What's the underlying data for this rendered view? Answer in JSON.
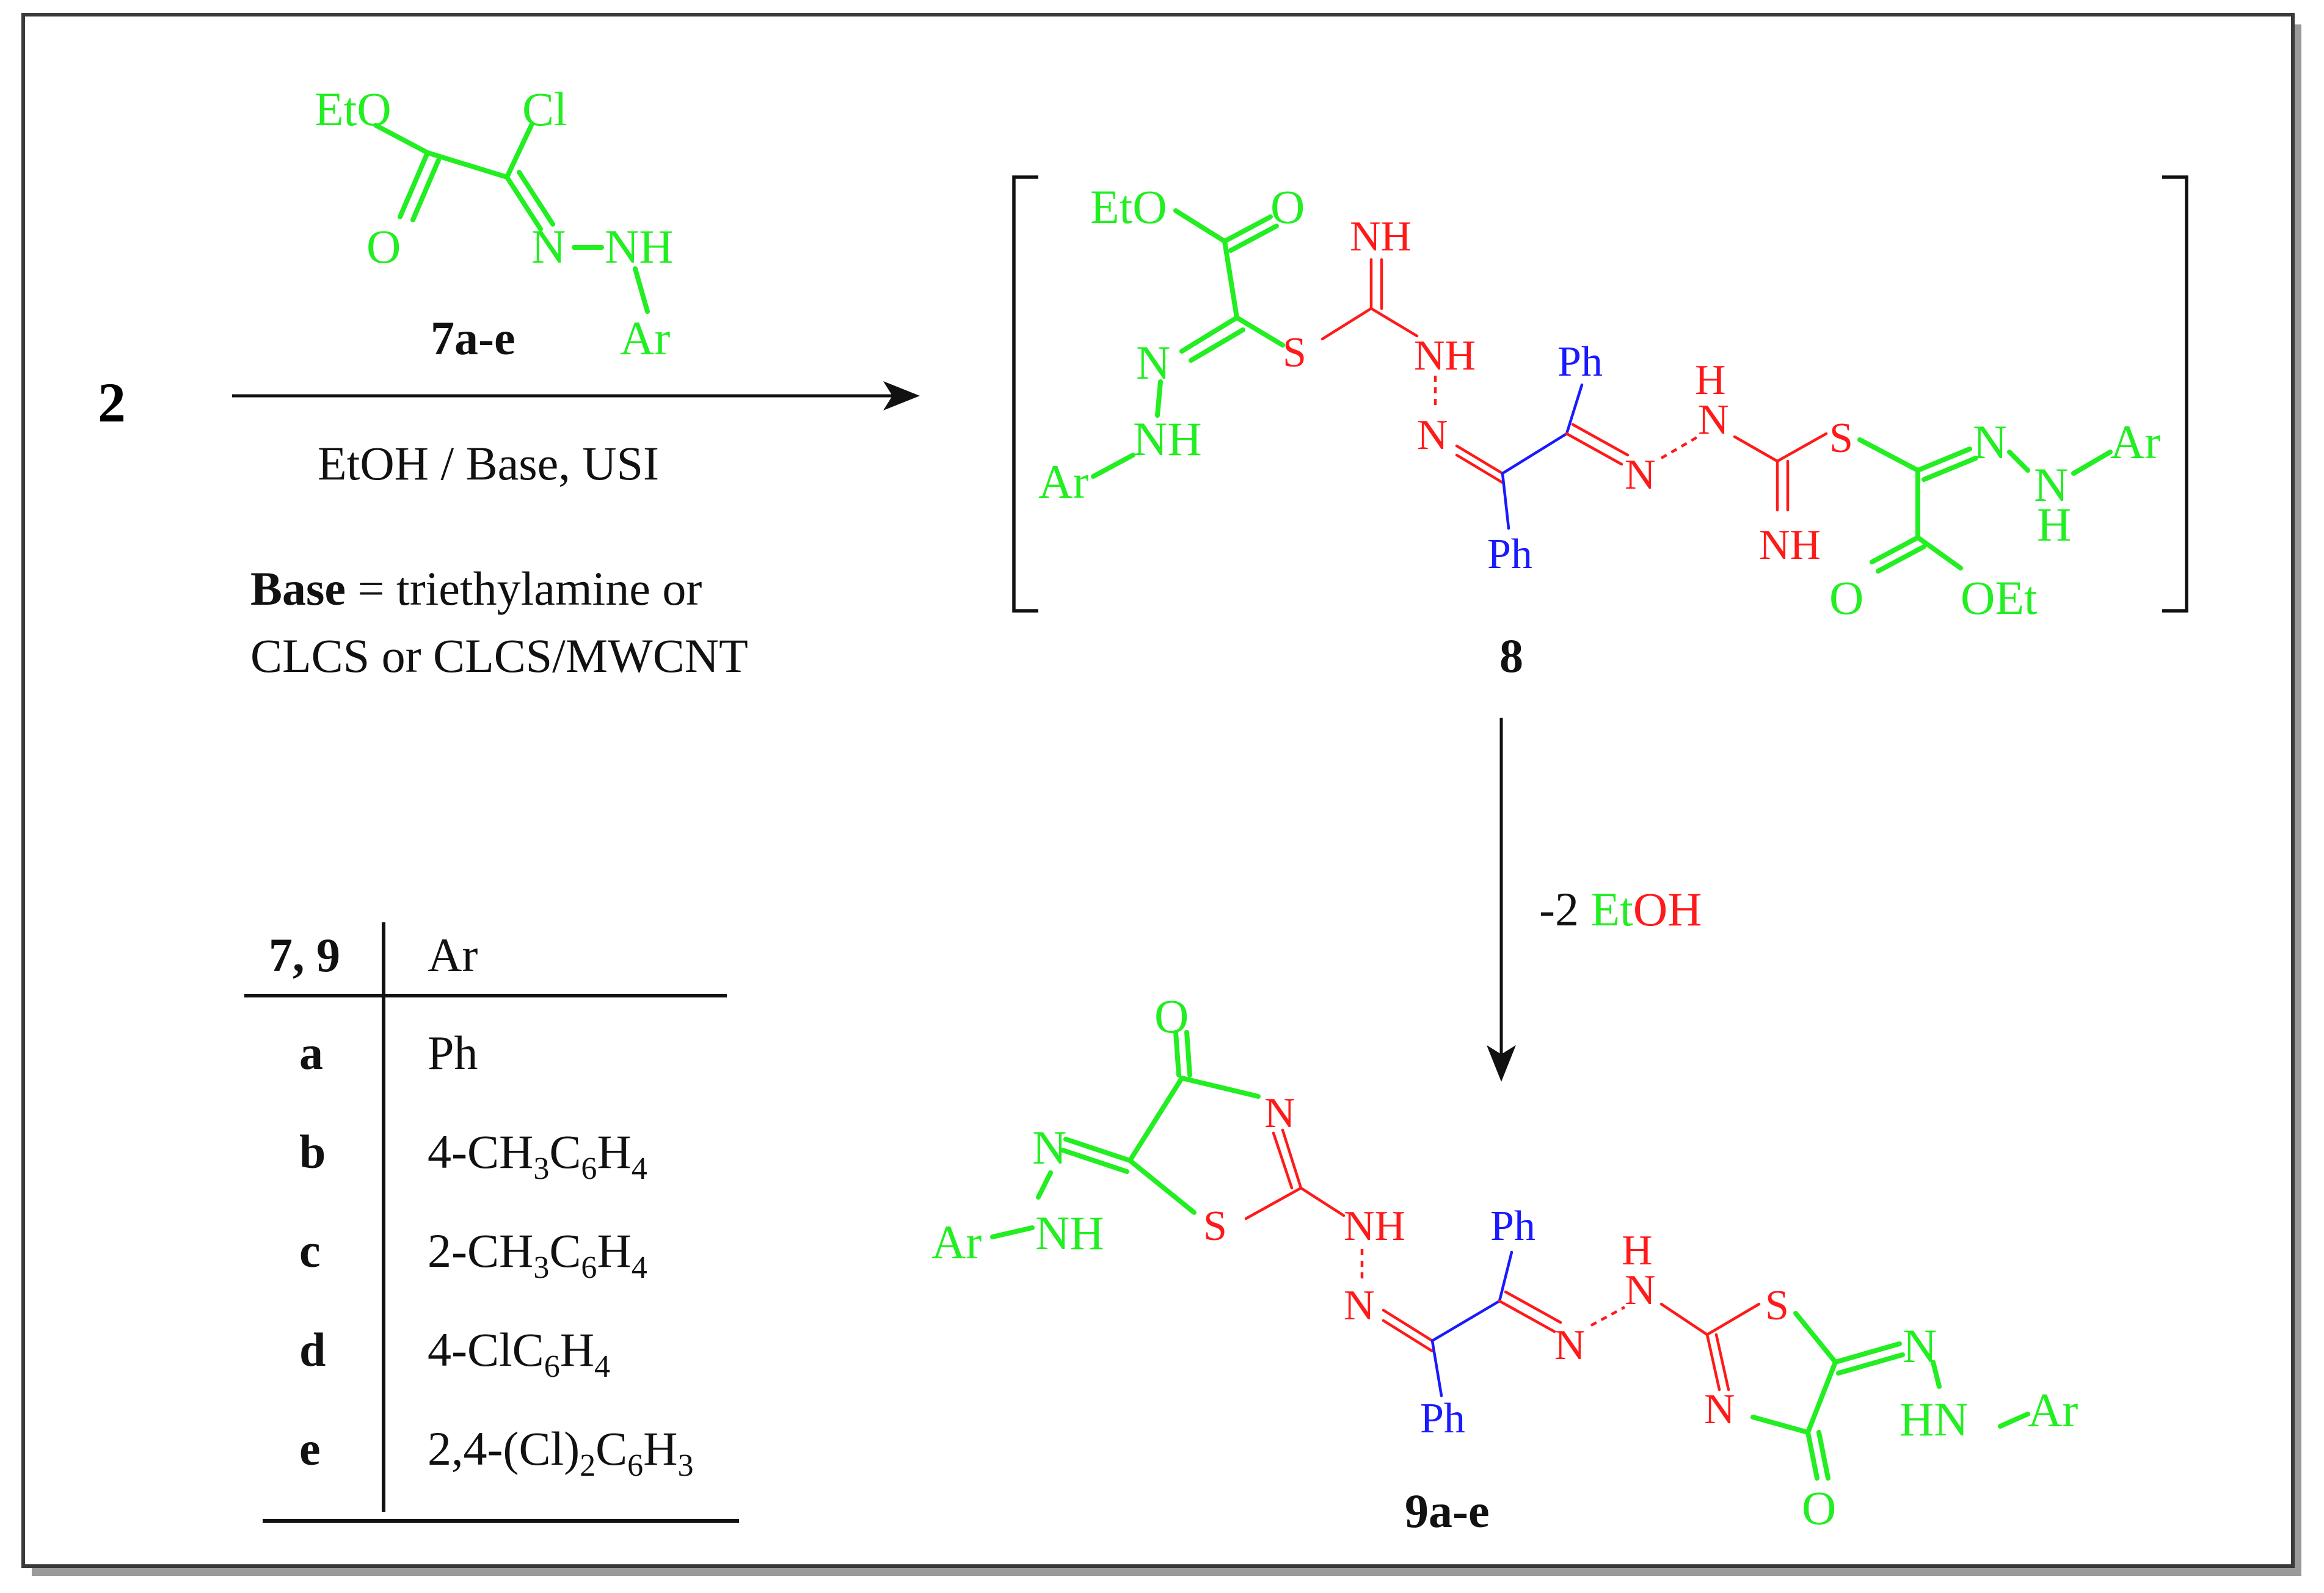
{
  "colors": {
    "green": "#22ee22",
    "red": "#ff1a1a",
    "blue": "#1a1aff",
    "black": "#111111"
  },
  "reaction": {
    "start_compound": "2",
    "reagent_label": "7a-e",
    "conditions": "EtOH / Base, USI",
    "base_label": "Base",
    "base_text": " = triethylamine or",
    "base_text2": "CLCS or CLCS/MWCNT",
    "intermediate_label": "8",
    "elimination_prefix": "-2 ",
    "elimination_et": "Et",
    "elimination_oh": "OH",
    "product_label": "9a-e"
  },
  "reagent_atoms": {
    "eto": "EtO",
    "cl": "Cl",
    "o": "O",
    "n": "N",
    "nh": "NH",
    "ar": "Ar"
  },
  "intermediate_atoms": {
    "eto": "EtO",
    "o": "O",
    "nh_top": "NH",
    "s1": "S",
    "n_left": "N",
    "nh_left": "NH",
    "ar_left": "Ar",
    "nh_mid": "NH",
    "n_mid": "N",
    "ph_top": "Ph",
    "ph_bottom": "Ph",
    "h_mid": "H",
    "n_mid2": "N",
    "n_right_link": "N",
    "s2": "S",
    "nh_bottom": "NH",
    "n_right": "N",
    "n_right2": "N",
    "h_right": "H",
    "ar_right": "Ar",
    "o_right": "O",
    "oet": "OEt"
  },
  "product_atoms": {
    "o_top": "O",
    "n_ring1": "N",
    "s_ring1": "S",
    "n_exo1": "N",
    "nh_exo1": "NH",
    "ar_left": "Ar",
    "nh_link1": "NH",
    "n_link1": "N",
    "ph_top": "Ph",
    "ph_bottom": "Ph",
    "h_link2": "H",
    "n_link2": "N",
    "n_link2b": "N",
    "s_ring2": "S",
    "n_ring2": "N",
    "o_bottom": "O",
    "n_exo2": "N",
    "hn_exo2": "HN",
    "ar_right": "Ar"
  },
  "table": {
    "header_compound": "7, 9",
    "header_ar": "Ar",
    "rows": [
      {
        "id": "a",
        "ar_parts": [
          {
            "t": "Ph",
            "sub": false
          }
        ]
      },
      {
        "id": "b",
        "ar_parts": [
          {
            "t": "4-CH",
            "sub": false
          },
          {
            "t": "3",
            "sub": true
          },
          {
            "t": "C",
            "sub": false
          },
          {
            "t": "6",
            "sub": true
          },
          {
            "t": "H",
            "sub": false
          },
          {
            "t": "4",
            "sub": true
          }
        ]
      },
      {
        "id": "c",
        "ar_parts": [
          {
            "t": "2-CH",
            "sub": false
          },
          {
            "t": "3",
            "sub": true
          },
          {
            "t": "C",
            "sub": false
          },
          {
            "t": "6",
            "sub": true
          },
          {
            "t": "H",
            "sub": false
          },
          {
            "t": "4",
            "sub": true
          }
        ]
      },
      {
        "id": "d",
        "ar_parts": [
          {
            "t": "4-ClC",
            "sub": false
          },
          {
            "t": "6",
            "sub": true
          },
          {
            "t": "H",
            "sub": false
          },
          {
            "t": "4",
            "sub": true
          }
        ]
      },
      {
        "id": "e",
        "ar_parts": [
          {
            "t": "2,4-(Cl)",
            "sub": false
          },
          {
            "t": "2",
            "sub": true
          },
          {
            "t": "C",
            "sub": false
          },
          {
            "t": "6",
            "sub": true
          },
          {
            "t": "H",
            "sub": false
          },
          {
            "t": "3",
            "sub": true
          }
        ]
      }
    ]
  }
}
